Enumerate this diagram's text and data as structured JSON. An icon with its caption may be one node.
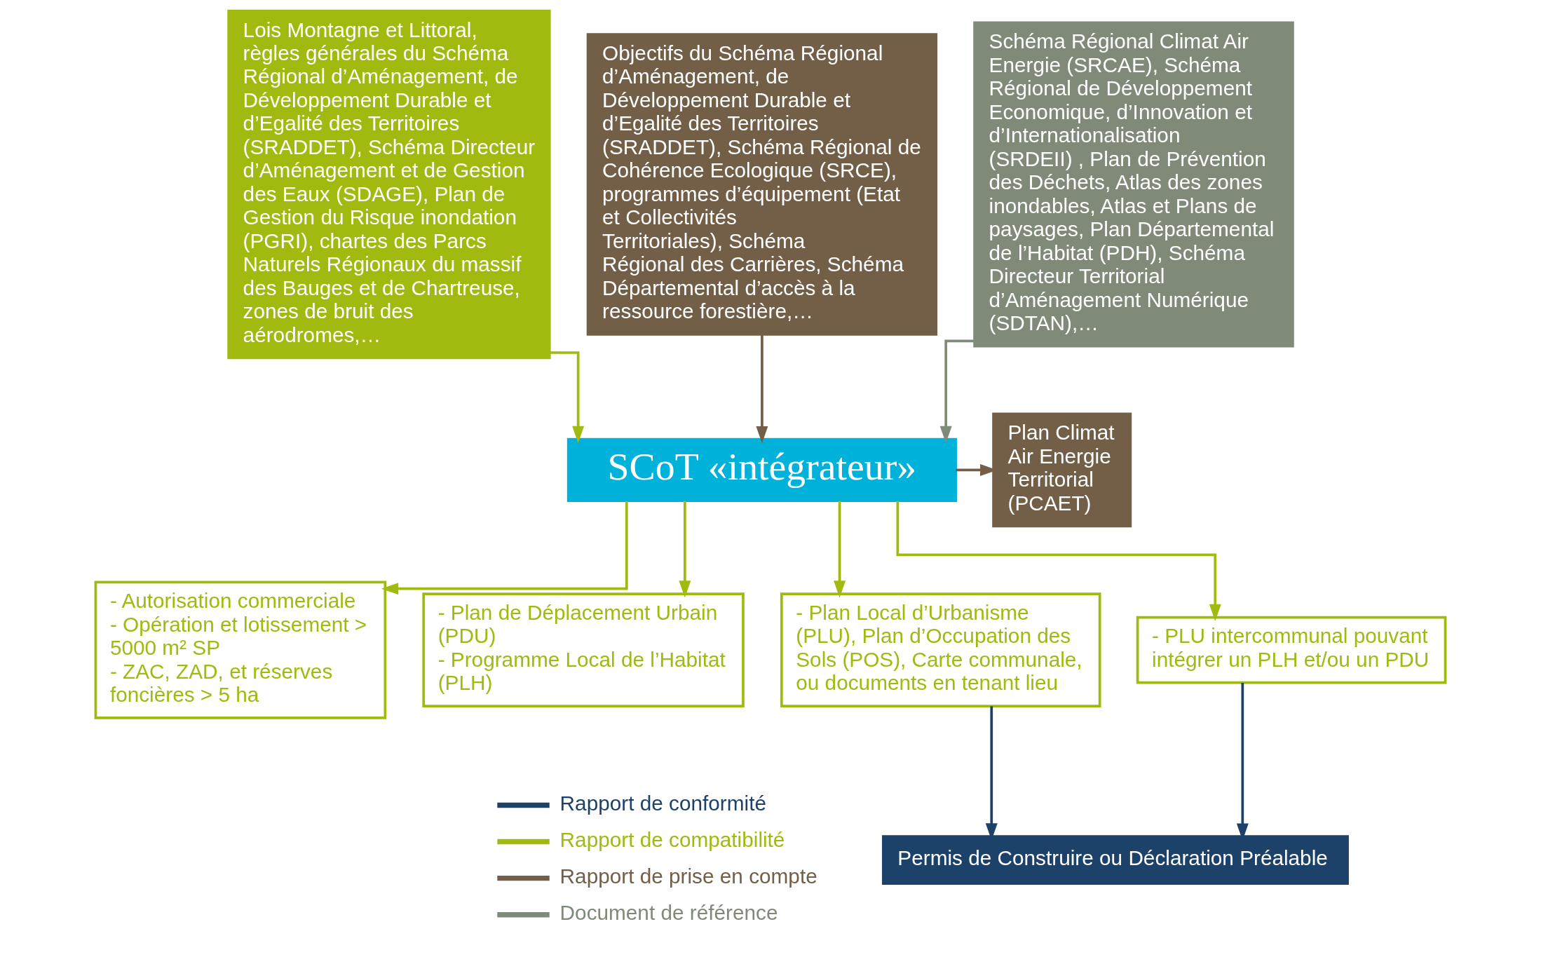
{
  "diagram": {
    "nodes": [
      {
        "text": [
          "Lois Montagne et Littoral, règles générales du Schéma Régional d’Aménagement, de Développement Durable et d’Egalité des Territoires (SRADDET), Schéma Directeur d’Aménagement et de Gestion des Eaux (SDAGE), Plan de Gestion du Risque inondation (PGRI), chartes des Parcs Naturels Régionaux du massif des Bauges et de Chartreuse, zones de bruit des aérodromes,…"
        ]
      },
      {
        "text": [
          "Objectifs du Schéma Régional d’Aménagement, de Développement Durable et d’Egalité des Territoires (SRADDET), Schéma Régional de Cohérence Ecologique (SRCE), programmes d’équipement (Etat et Collectivités Territoriales), Schéma Régional des Carrières, Schéma Départemental d’accès à la ressource forestière,…"
        ]
      },
      {
        "text": [
          "Schéma Régional Climat Air Energie (SRCAE), Schéma Régional de Développement Economique, d’Innovation et d’Internationalisation (SRDEII) , Plan de Prévention des Déchets, Atlas des zones inondables, Atlas et Plans de paysages, Plan Départemental de l’Habitat (PDH), Schéma Directeur Territorial d’Aménagement Numérique (SDTAN),…"
        ]
      },
      {
        "text": [
          "SCoT «intégrateur»"
        ]
      },
      {
        "text": [
          "Plan Climat Air Energie Territorial (PCAET)"
        ]
      },
      {
        "text": [
          "- Autorisation commerciale",
          "- Opération et lotissement > 5000 m² SP",
          "- ZAC, ZAD, et réserves foncières > 5 ha"
        ]
      },
      {
        "text": [
          "- Plan de Déplacement Urbain (PDU)",
          "- Programme Local de l’Habitat (PLH)"
        ]
      },
      {
        "text": [
          "- Plan Local d’Urbanisme (PLU), Plan d’Occupation des Sols (POS), Carte communale, ou documents en tenant lieu"
        ]
      },
      {
        "text": [
          "- PLU intercommunal pouvant intégrer un PLH et/ou un PDU"
        ]
      },
      {
        "text": [
          "Permis de Construire ou Déclaration Préalable"
        ]
      }
    ],
    "edges": [
      {
        "from": 0,
        "to": 3,
        "arrow": "to"
      },
      {
        "from": 1,
        "to": 3,
        "arrow": "to",
        "color": "#735f47"
      },
      {
        "from": 2,
        "to": 3,
        "arrow": "to",
        "color": "#7f8a78"
      },
      {
        "from": 3,
        "to": 4,
        "arrow": "to",
        "color": "#735f47"
      },
      {
        "from": 3,
        "to": 5,
        "arrow": "to"
      },
      {
        "from": 3,
        "to": 6,
        "arrow": "to"
      },
      {
        "from": 3,
        "to": 7,
        "arrow": "to"
      },
      {
        "from": 3,
        "to": 8,
        "arrow": "to"
      },
      {
        "from": 7,
        "to": 9,
        "arrow": "to",
        "color": "#1d4269"
      },
      {
        "from": 8,
        "to": 9,
        "arrow": "to",
        "color": "#1d4269"
      }
    ],
    "legend": [
      {
        "text": "Rapport de conformité"
      },
      {
        "text": "Rapport de compatibilité"
      },
      {
        "text": "Rapport de prise en compte"
      },
      {
        "text": "Document de référence"
      }
    ]
  }
}
